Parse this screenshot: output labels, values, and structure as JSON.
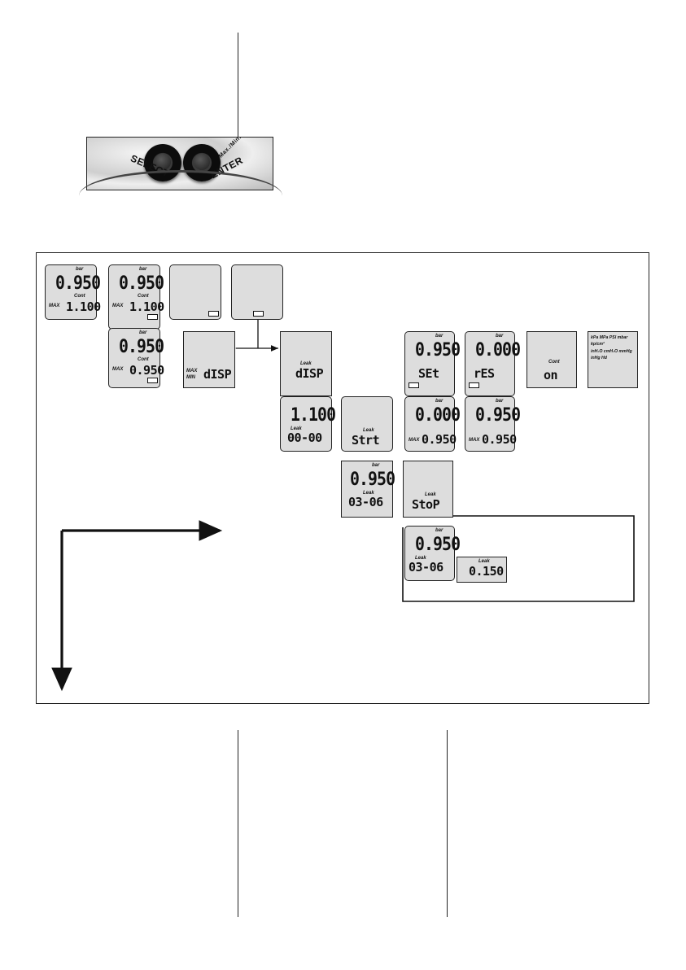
{
  "buttons": {
    "select_label": "SELECT",
    "enter_label": "ENTER",
    "maxmin_label": "Max./Min."
  },
  "screens": {
    "s1": {
      "unit": "bar",
      "top": "0.950",
      "sub": "Cont",
      "mode": "MAX",
      "bottom": "1.100"
    },
    "s2": {
      "unit": "bar",
      "top": "0.950",
      "sub": "Cont",
      "mode": "MAX",
      "bottom": "1.100"
    },
    "s2b": {
      "unit": "bar",
      "top": "0.950",
      "sub": "Cont",
      "mode": "MAX",
      "bottom": "0.950"
    },
    "s5": {
      "mode1": "MAX",
      "mode2": "MIN",
      "text": "dISP"
    },
    "s6": {
      "sub": "Leak",
      "text": "dISP"
    },
    "s7": {
      "top": "1.100",
      "sub": "Leak",
      "bottom": "00-00"
    },
    "s8": {
      "sub": "Leak",
      "text": "Strt"
    },
    "s9": {
      "unit": "bar",
      "top": "0.950",
      "sub": "Leak",
      "bottom": "03-06"
    },
    "s10": {
      "sub": "Leak",
      "text": "StoP"
    },
    "s11": {
      "unit": "bar",
      "top": "0.950",
      "sub": "Leak",
      "bottom": "03-06"
    },
    "s12": {
      "sub": "Leak",
      "value": "0.150"
    },
    "s13": {
      "unit": "bar",
      "top": "0.950",
      "text": "SEt"
    },
    "s14": {
      "unit": "bar",
      "top": "0.000",
      "mode": "MAX",
      "bottom": "0.950"
    },
    "s15": {
      "unit": "bar",
      "top": "0.000",
      "text": "rES"
    },
    "s16": {
      "unit": "bar",
      "top": "0.950",
      "mode": "MAX",
      "bottom": "0.950"
    },
    "s17": {
      "sub": "Cont",
      "text": "on"
    },
    "s18": {
      "units_line1": "kPa MPa PSI mbar kp/cm²",
      "units_line2": "inH₂O cmH₂O mmHg inHg Hd"
    }
  }
}
